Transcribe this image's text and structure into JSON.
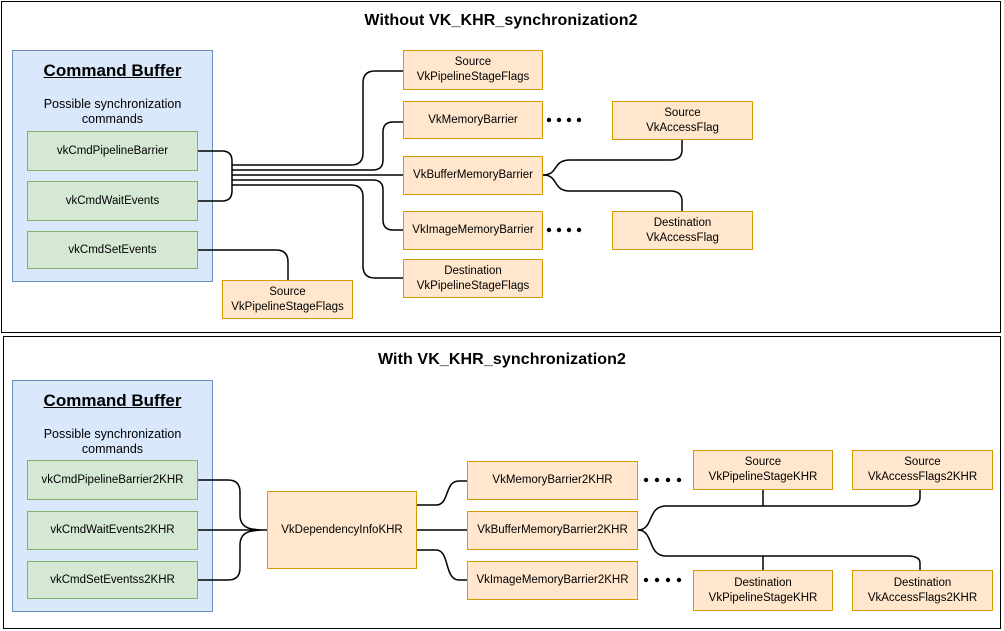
{
  "colors": {
    "command_buffer_fill": "#dae8fc",
    "command_buffer_border": "#6c8ebf",
    "command_fill": "#d5e8d4",
    "command_border": "#82b366",
    "struct_fill": "#ffe6cc",
    "struct_border": "#d79b00",
    "line": "#000000"
  },
  "top_panel": {
    "title": "Without VK_KHR_synchronization2",
    "command_buffer": {
      "title": "Command Buffer",
      "subtitle": "Possible synchronization\ncommands",
      "commands": [
        "vkCmdPipelineBarrier",
        "vkCmdWaitEvents",
        "vkCmdSetEvents"
      ]
    },
    "nodes": {
      "source_stage_flags_top": "Source\nVkPipelineStageFlags",
      "memory_barrier": "VkMemoryBarrier",
      "buffer_memory_barrier": "VkBufferMemoryBarrier",
      "image_memory_barrier": "VkImageMemoryBarrier",
      "destination_stage_flags": "Destination\nVkPipelineStageFlags",
      "source_stage_flags_bottom": "Source\nVkPipelineStageFlags",
      "source_access_flag": "Source\nVkAccessFlag",
      "destination_access_flag": "Destination\nVkAccessFlag"
    }
  },
  "bottom_panel": {
    "title": "With VK_KHR_synchronization2",
    "command_buffer": {
      "title": "Command Buffer",
      "subtitle": "Possible synchronization\ncommands",
      "commands": [
        "vkCmdPipelineBarrier2KHR",
        "vkCmdWaitEvents2KHR",
        "vkCmdSetEventss2KHR"
      ]
    },
    "nodes": {
      "dependency_info": "VkDependencyInfoKHR",
      "memory_barrier2": "VkMemoryBarrier2KHR",
      "buffer_memory_barrier2": "VkBufferMemoryBarrier2KHR",
      "image_memory_barrier2": "VkImageMemoryBarrier2KHR",
      "source_stage": "Source\nVkPipelineStageKHR",
      "source_access_flags2": "Source\nVkAccessFlags2KHR",
      "destination_stage": "Destination\nVkPipelineStageKHR",
      "destination_access_flags2": "Destination\nVkAccessFlags2KHR"
    }
  }
}
